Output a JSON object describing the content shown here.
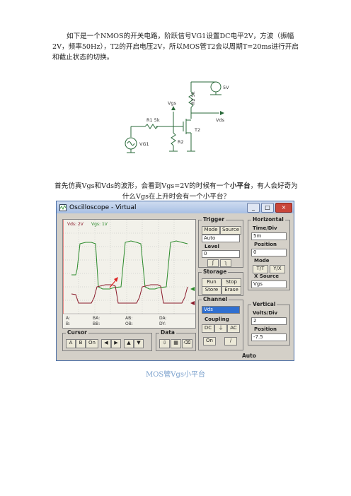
{
  "intro": "如下是一个NMOS的开关电路，阶跃信号VG1设置DC电平2V，方波（振幅2V，频率50Hz），T2的开启电压2V，所以MOS管T2会以周期T=20ms进行开启和截止状态的切换。",
  "question": {
    "before": "首先仿真Vgs和Vds的波形，会看到Vgs=2V的时候有一个",
    "bold": "小平台",
    "after": "，有人会好奇为什么Vgs在上升时会有一个小平台？"
  },
  "caption": "MOS管Vgs小平台",
  "schematic": {
    "v5": "5V",
    "r2_5k": "R2 5k",
    "vgs": "Vgs",
    "vds": "Vds",
    "r1": "R1 5k",
    "t2": "T2",
    "r2": "R2",
    "vg1": "VG1"
  },
  "colors": {
    "vgs_trace": "#2a8a2a",
    "vds_trace": "#8a1a2a",
    "titlebar": "#a7bfe4"
  },
  "scope": {
    "title": "Oscilloscope - Virtual",
    "win_buttons": [
      "_",
      "□",
      "×"
    ],
    "legend": {
      "vds": "Vds: 2V",
      "vgs": "Vgs: 1V"
    },
    "readouts": {
      "a": "A:",
      "ba": "BA:",
      "ab": "AB:",
      "da": "DA:",
      "b": "B:",
      "bb": "BB:",
      "ob": "OB:",
      "db": "DY:"
    },
    "trigger": {
      "label": "Trigger",
      "mode": "Mode",
      "source": "Source",
      "mode_value": "Auto",
      "level_label": "Level",
      "level_value": "0"
    },
    "horizontal": {
      "label": "Horizontal",
      "time_div": "Time/Div",
      "time_value": "5m",
      "position": "Position",
      "pos_value": "0",
      "mode": "Mode",
      "ty": "T/T",
      "yx": "Y/X",
      "xsource": "X Source",
      "xsource_value": "Vgs"
    },
    "storage": {
      "label": "Storage",
      "run": "Run",
      "stop": "Stop",
      "store": "Store",
      "erase": "Erase"
    },
    "channel": {
      "label": "Channel",
      "value": "Vds",
      "coupling": "Coupling",
      "dc": "DC",
      "gnd": "⏚",
      "ac": "AC",
      "on": "On"
    },
    "vertical": {
      "label": "Vertical",
      "volts_div": "Volts/Div",
      "volts_value": "2",
      "position": "Position",
      "pos_value": "-7.5"
    },
    "cursor": {
      "label": "Cursor",
      "a": "A",
      "b": "B",
      "on": "On"
    },
    "data": {
      "label": "Data"
    },
    "footer": "Auto"
  }
}
